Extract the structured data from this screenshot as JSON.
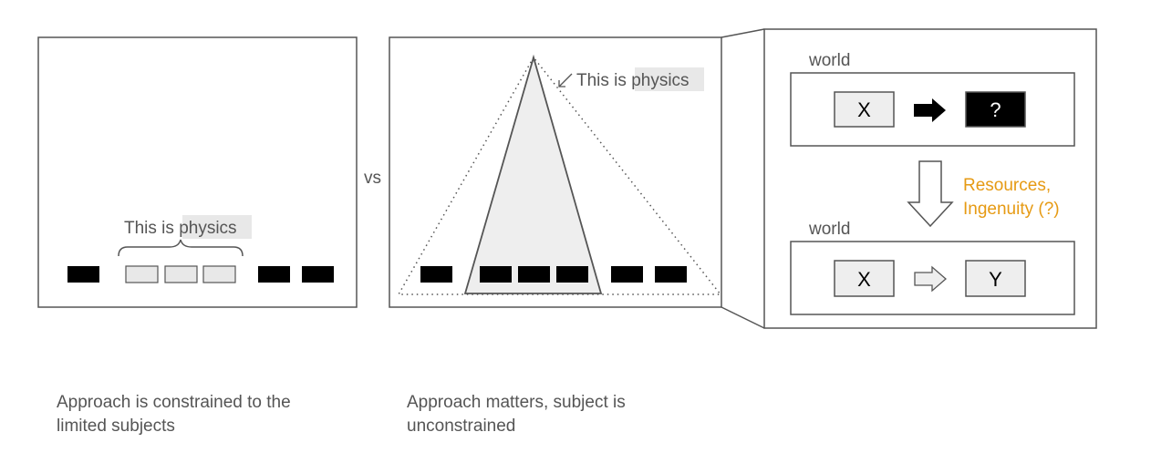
{
  "colors": {
    "stroke": "#555555",
    "highlight_fill": "#e8e8e8",
    "block_fill": "#000000",
    "accent_orange": "#e69a13"
  },
  "left_panel": {
    "label_prefix": "This is ",
    "label_highlight": "physics",
    "caption_line1": "Approach is constrained to the",
    "caption_line2": "limited subjects"
  },
  "vs_label": "vs",
  "middle_panel": {
    "label_prefix": "This is ",
    "label_highlight": "physics",
    "caption_line1": "Approach matters, subject is",
    "caption_line2": "unconstrained"
  },
  "right_panel": {
    "top_world_label": "world",
    "top_input": "X",
    "top_output": "?",
    "arrow_label_line1": "Resources,",
    "arrow_label_line2": "Ingenuity (?)",
    "bottom_world_label": "world",
    "bottom_input": "X",
    "bottom_output": "Y"
  }
}
